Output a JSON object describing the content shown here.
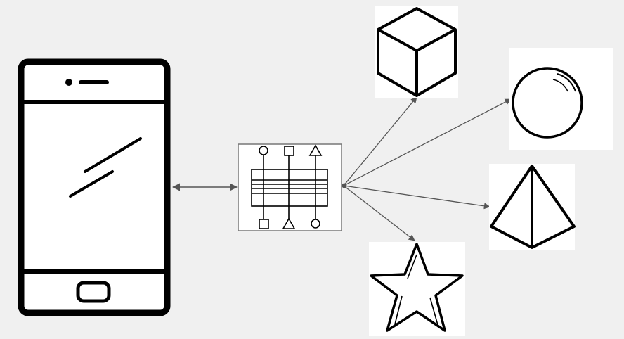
{
  "diagram": {
    "background": "#f0f0f0",
    "stroke_color": "#000000",
    "connector_color": "#555555",
    "tile_color": "#ffffff",
    "nodes": [
      {
        "id": "phone",
        "icon": "smartphone-icon"
      },
      {
        "id": "hub",
        "icon": "multiplexer-switch-icon"
      },
      {
        "id": "cube",
        "icon": "cube-icon"
      },
      {
        "id": "sphere",
        "icon": "sphere-icon"
      },
      {
        "id": "pyramid",
        "icon": "pyramid-icon"
      },
      {
        "id": "star",
        "icon": "star-icon"
      }
    ],
    "connections": [
      {
        "from": "phone",
        "to": "hub",
        "direction": "bidirectional"
      },
      {
        "from": "hub",
        "to": "cube",
        "direction": "forward"
      },
      {
        "from": "hub",
        "to": "sphere",
        "direction": "forward"
      },
      {
        "from": "hub",
        "to": "pyramid",
        "direction": "forward"
      },
      {
        "from": "hub",
        "to": "star",
        "direction": "forward"
      }
    ]
  }
}
